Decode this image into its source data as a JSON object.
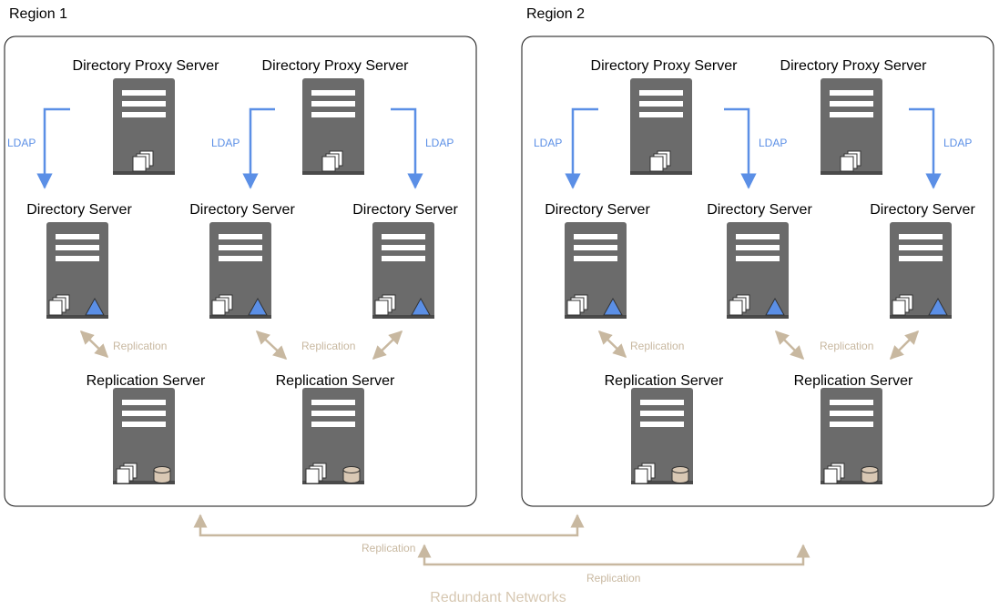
{
  "regions": [
    {
      "label": "Region 1",
      "proxies": [
        {
          "label": "Directory Proxy Server"
        },
        {
          "label": "Directory Proxy Server"
        }
      ],
      "directory_servers": [
        {
          "label": "Directory Server"
        },
        {
          "label": "Directory Server"
        },
        {
          "label": "Directory Server"
        }
      ],
      "replication_servers": [
        {
          "label": "Replication Server"
        },
        {
          "label": "Replication Server"
        }
      ],
      "ldap_labels": [
        "LDAP",
        "LDAP",
        "LDAP"
      ],
      "replication_labels": [
        "Replication",
        "Replication"
      ]
    },
    {
      "label": "Region 2",
      "proxies": [
        {
          "label": "Directory Proxy Server"
        },
        {
          "label": "Directory Proxy Server"
        }
      ],
      "directory_servers": [
        {
          "label": "Directory Server"
        },
        {
          "label": "Directory Server"
        },
        {
          "label": "Directory Server"
        }
      ],
      "replication_servers": [
        {
          "label": "Replication Server"
        },
        {
          "label": "Replication Server"
        }
      ],
      "ldap_labels": [
        "LDAP",
        "LDAP",
        "LDAP"
      ],
      "replication_labels": [
        "Replication",
        "Replication"
      ]
    }
  ],
  "inter_region": {
    "replication_labels": [
      "Replication",
      "Replication"
    ],
    "network_label": "Redundant Networks"
  },
  "colors": {
    "server": "#6b6b6b",
    "server_shadow": "#4a4a4a",
    "ldap": "#5b8fe6",
    "replication": "#c8b8a0",
    "network": "#d6c7b1",
    "triangle": "#5b8fe6",
    "database": "#d9c8b4"
  }
}
